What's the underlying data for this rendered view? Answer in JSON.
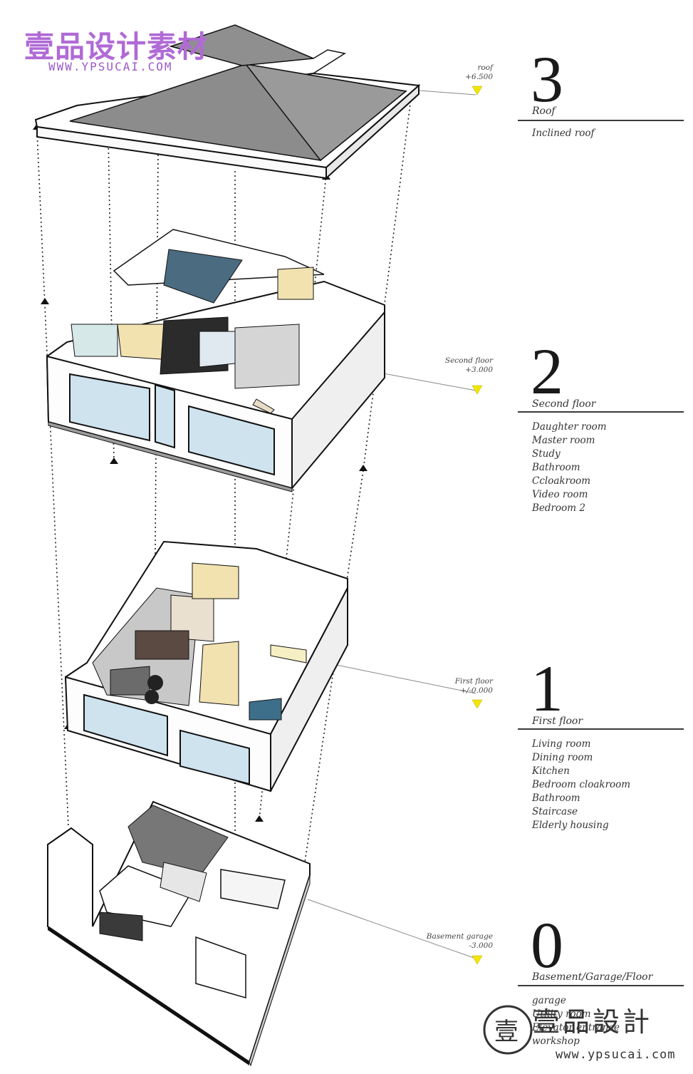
{
  "watermark": {
    "chinese": "壹品设计素材",
    "url": "WWW.YPSUCAI.COM"
  },
  "brand": {
    "seal_char": "壹",
    "name": "壹品設計",
    "url": "www.ypsucai.com"
  },
  "levels": [
    {
      "number": "3",
      "title": "Roof",
      "elevation_name": "roof",
      "elevation_value": "+6.500",
      "rooms": [
        "Inclined roof"
      ]
    },
    {
      "number": "2",
      "title": "Second floor",
      "elevation_name": "Second floor",
      "elevation_value": "+3.000",
      "rooms": [
        "Daughter room",
        "Master room",
        "Study",
        "Bathroom",
        "Ccloakroom",
        "Video room",
        "Bedroom 2"
      ]
    },
    {
      "number": "1",
      "title": "First floor",
      "elevation_name": "First floor",
      "elevation_value": "+/-0.000",
      "rooms": [
        "Living room",
        "Dining room",
        "Kitchen",
        "Bedroom  cloakroom",
        "Bathroom",
        "Staircase",
        "Elderly housing"
      ]
    },
    {
      "number": "0",
      "title": "Basement/Garage/Floor",
      "elevation_name": "Basement garage",
      "elevation_value": "-3.000",
      "rooms": [
        "garage",
        "Utility room",
        "Elevator entrance",
        "workshop"
      ]
    }
  ],
  "colors": {
    "roof": "#8c8c8c",
    "wall": "#ffffff",
    "glass": "#cfe3ef",
    "wood": "#f1e2b0",
    "floor": "#bdbdbd",
    "marker": "#f2e600"
  }
}
